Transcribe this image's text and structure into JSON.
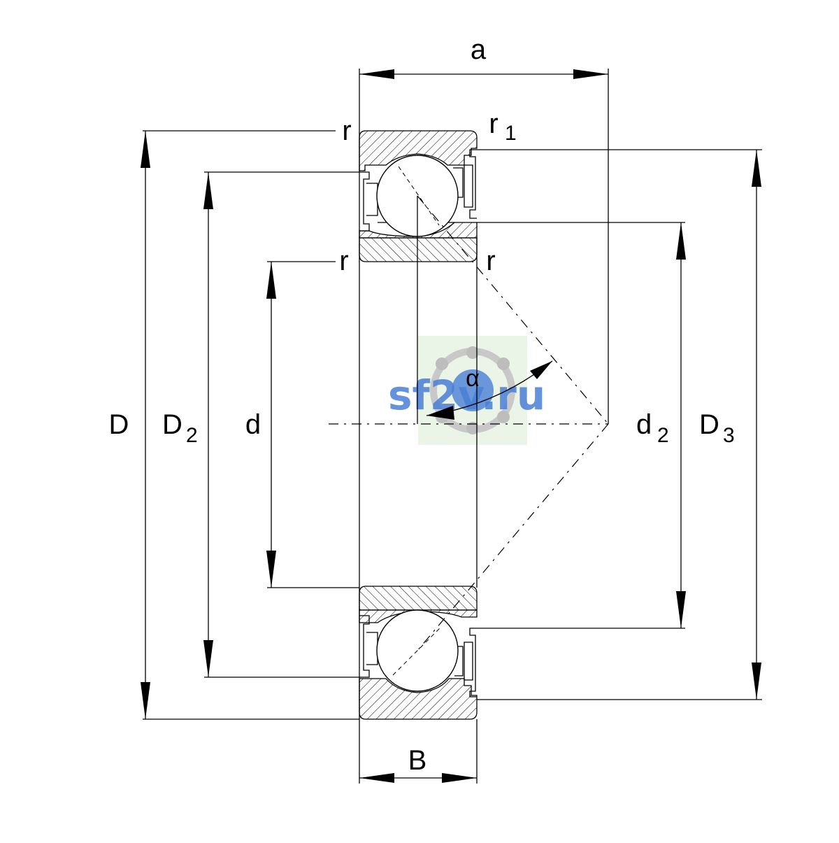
{
  "labels": {
    "a": "a",
    "B": "B",
    "D": "D",
    "D2_main": "D",
    "D2_sub": "2",
    "d": "d",
    "d2_main": "d",
    "d2_sub": "2",
    "D3_main": "D",
    "D3_sub": "3",
    "r": "r",
    "r1_main": "r",
    "r1_sub": "1",
    "alpha": "α"
  },
  "watermark": {
    "text": "sf2v.ru",
    "color": "#4a7fd6"
  }
}
